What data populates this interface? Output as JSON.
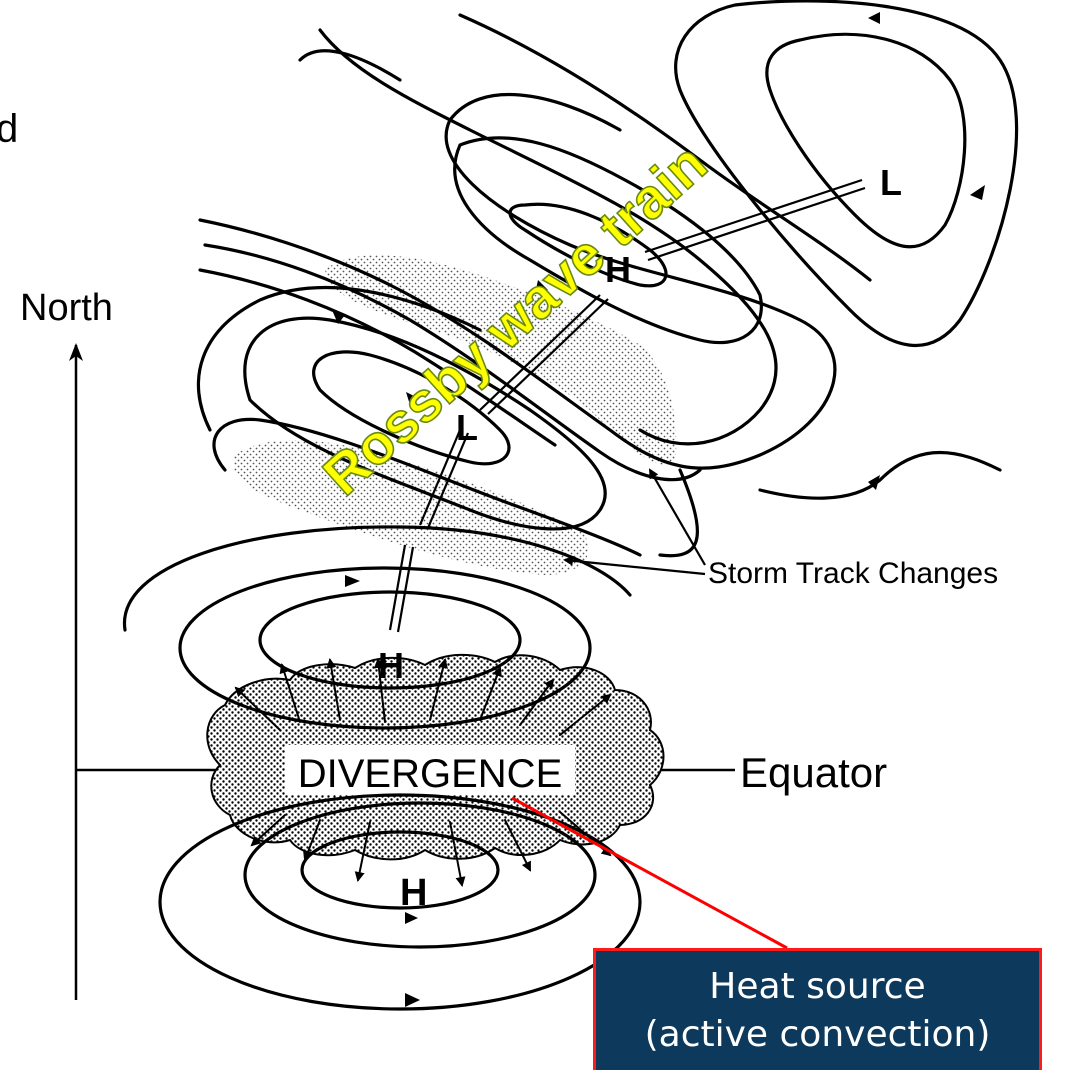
{
  "labels": {
    "north": "North",
    "equator": "Equator",
    "divergence": "DIVERGENCE",
    "storm_track": "Storm Track Changes",
    "rossby": "Rossby wave train",
    "cropped_letter": "d",
    "h_north": "H",
    "h_center": "H",
    "h_south": "H",
    "l_upper": "L",
    "l_mid": "L"
  },
  "heat_source": {
    "line1": "Heat source",
    "line2": "(active convection)"
  },
  "colors": {
    "rossby_fill": "#ffff00",
    "rossby_outline": "#6a8a12",
    "callout_line": "#ff0000",
    "callout_box": "#0d3a5c",
    "callout_border": "#ff1a1a"
  }
}
